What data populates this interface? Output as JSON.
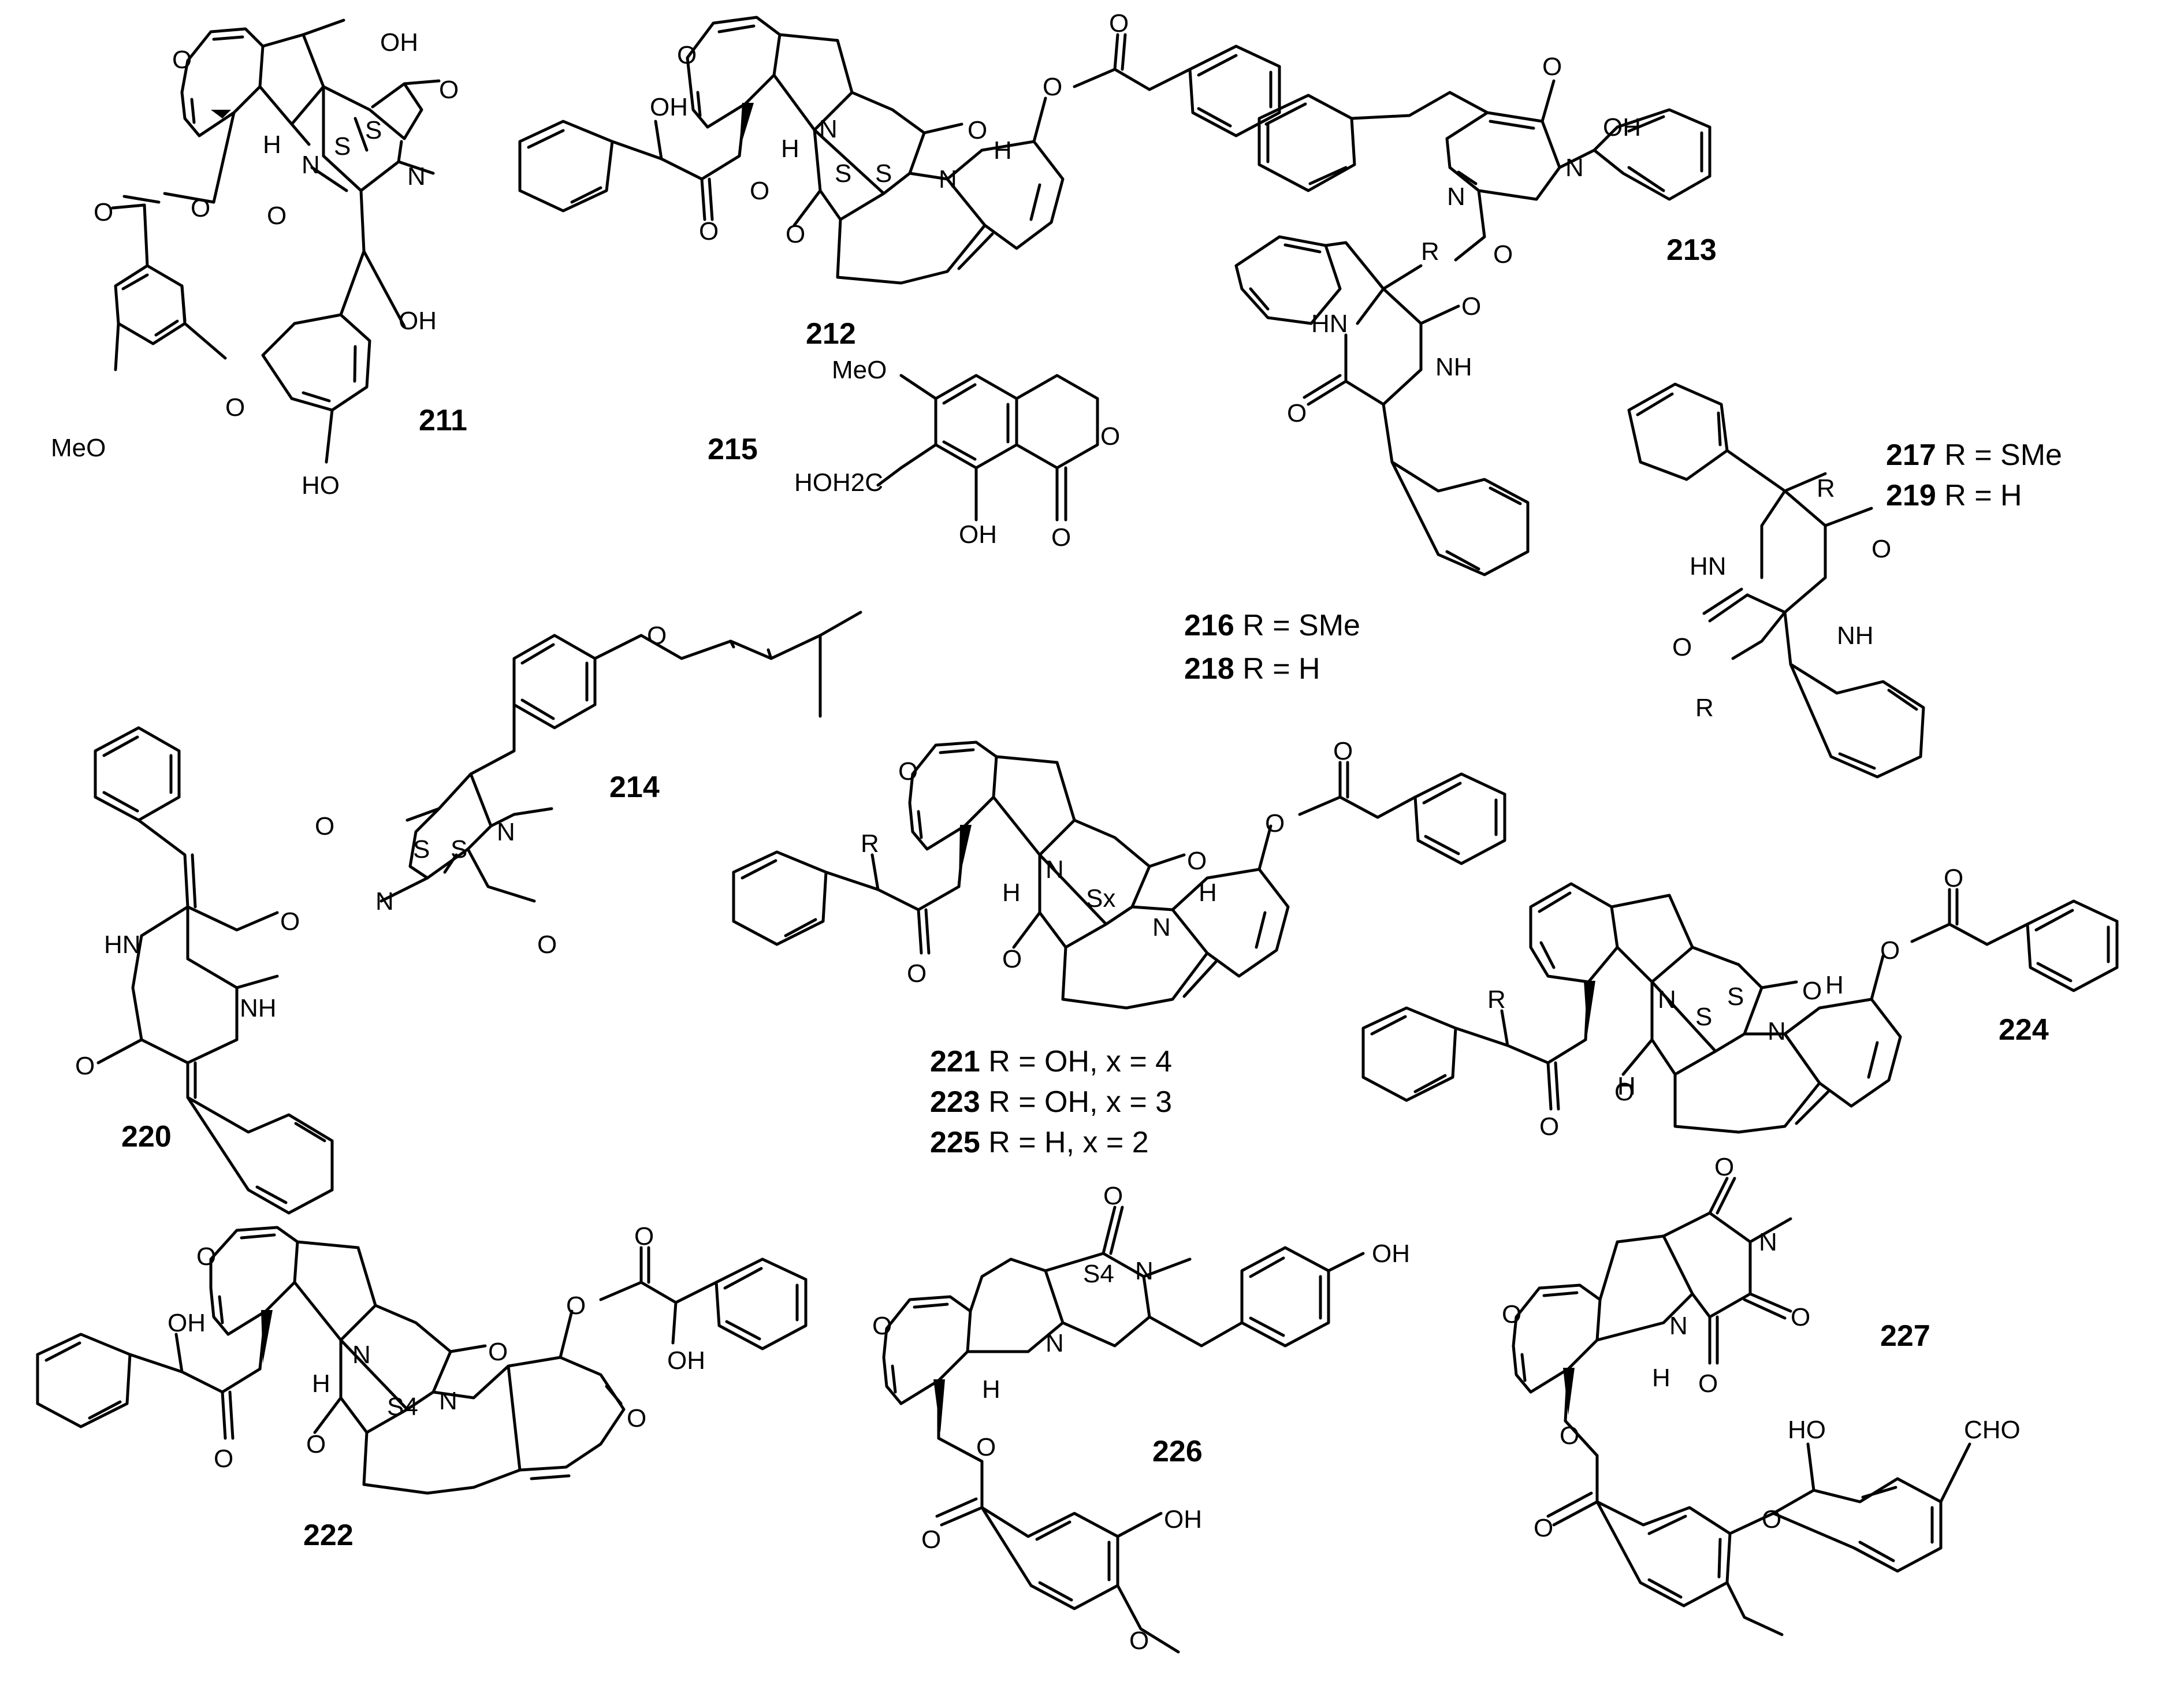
{
  "figure": {
    "compounds": [
      {
        "id": "211",
        "atoms": [
          "O",
          "OH",
          "H",
          "N",
          "S",
          "S",
          "O",
          "N",
          "O",
          "O",
          "O",
          "OH",
          "MeO",
          "O",
          "HO"
        ]
      },
      {
        "id": "212",
        "atoms": [
          "O",
          "OH",
          "H",
          "N",
          "S",
          "S",
          "O",
          "O",
          "O",
          "H",
          "N",
          "O",
          "O",
          "O"
        ]
      },
      {
        "id": "213",
        "atoms": [
          "O",
          "N",
          "OH",
          "N",
          "O"
        ]
      },
      {
        "id": "215",
        "atoms": [
          "MeO",
          "HOH2C",
          "OH",
          "O",
          "O"
        ]
      },
      {
        "id": "216_218",
        "atoms": [
          "R",
          "HN",
          "O",
          "NH",
          "O"
        ]
      },
      {
        "id": "217_219",
        "atoms": [
          "R",
          "HN",
          "O",
          "NH",
          "O",
          "R"
        ]
      },
      {
        "id": "214",
        "atoms": [
          "O",
          "O",
          "N",
          "S",
          "S",
          "N",
          "O"
        ]
      },
      {
        "id": "220",
        "atoms": [
          "HN",
          "O",
          "NH",
          "O"
        ]
      },
      {
        "id": "221_223_225",
        "atoms": [
          "O",
          "R",
          "H",
          "N",
          "Sx",
          "O",
          "O",
          "O",
          "H",
          "N",
          "O",
          "O"
        ]
      },
      {
        "id": "224",
        "atoms": [
          "R",
          "H",
          "N",
          "S",
          "S",
          "O",
          "O",
          "O",
          "H",
          "N",
          "O",
          "O"
        ]
      },
      {
        "id": "222",
        "atoms": [
          "O",
          "OH",
          "H",
          "N",
          "S4",
          "O",
          "O",
          "O",
          "N",
          "O",
          "OH",
          "O",
          "O"
        ]
      },
      {
        "id": "226",
        "atoms": [
          "O",
          "S4",
          "N",
          "OH",
          "O",
          "N",
          "H",
          "O",
          "O",
          "OH",
          "O"
        ]
      },
      {
        "id": "227",
        "atoms": [
          "O",
          "N",
          "O",
          "O",
          "N",
          "H",
          "O",
          "O",
          "HO",
          "CHO",
          "O",
          "O"
        ]
      }
    ],
    "labels": {
      "n211": "211",
      "n212": "212",
      "n213": "213",
      "n214": "214",
      "n215": "215",
      "n216": "216",
      "n216_text": " R = SMe",
      "n218": "218",
      "n218_text": " R = H",
      "n217": "217",
      "n217_text": " R = SMe",
      "n219": "219",
      "n219_text": " R = H",
      "n220": "220",
      "n221": "221",
      "n221_text": " R = OH, x = 4",
      "n223": "223",
      "n223_text": " R = OH, x = 3",
      "n225": "225",
      "n225_text": " R = H, x = 2",
      "n222": "222",
      "n224": "224",
      "n226": "226",
      "n227": "227"
    }
  }
}
